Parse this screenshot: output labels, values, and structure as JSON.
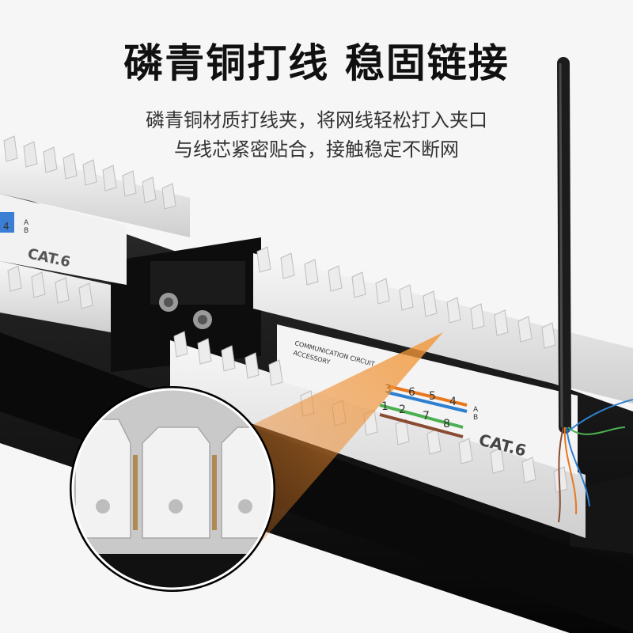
{
  "headline": "磷青铜打线 稳固链接",
  "subtext": {
    "line1": "磷青铜材质打线夹，将网线轻松打入夹口",
    "line2": "与线芯紧密贴合，接触稳定不断网"
  },
  "left_module": {
    "label": "CAT.6",
    "pair_label_primary": "4",
    "ab_labels": [
      "A",
      "B"
    ]
  },
  "right_module": {
    "label": "CAT.6",
    "printed_title": [
      "COMMUNICATION CIRCUIT",
      "ACCESSORY"
    ],
    "pin_numbers": [
      "3",
      "6",
      "5",
      "4",
      "1",
      "2",
      "7",
      "8"
    ],
    "ab_labels": [
      "A",
      "B"
    ]
  },
  "colors": {
    "panel_body": "#111111",
    "module_white": "#e6e6e6",
    "accent_orange": "#e8781e",
    "wire_green": "#4caf50",
    "wire_blue": "#2f7fd0",
    "wire_brown": "#8a4b32"
  }
}
